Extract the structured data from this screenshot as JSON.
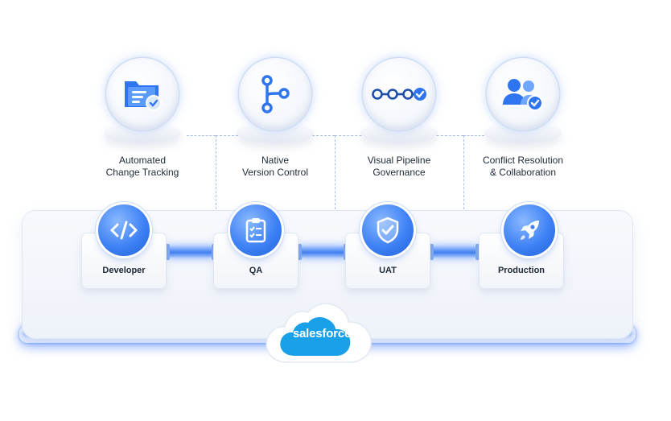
{
  "features": [
    {
      "icon": "folder-check-icon",
      "lines": [
        "Automated",
        "Change Tracking"
      ]
    },
    {
      "icon": "branch-icon",
      "lines": [
        "Native",
        "Version Control"
      ]
    },
    {
      "icon": "pipeline-icon",
      "lines": [
        "Visual Pipeline",
        "Governance"
      ]
    },
    {
      "icon": "users-check-icon",
      "lines": [
        "Conflict Resolution",
        "& Collaboration"
      ]
    }
  ],
  "stages": [
    {
      "icon": "code-icon",
      "label": "Developer"
    },
    {
      "icon": "clipboard-icon",
      "label": "QA"
    },
    {
      "icon": "shield-check-icon",
      "label": "UAT"
    },
    {
      "icon": "rocket-icon",
      "label": "Production"
    }
  ],
  "platform": {
    "brand": "salesforce"
  },
  "colors": {
    "accent": "#3f82f5",
    "accent_dark": "#1f5fd8",
    "cloud": "#1aa0e8",
    "text": "#1f2937"
  }
}
